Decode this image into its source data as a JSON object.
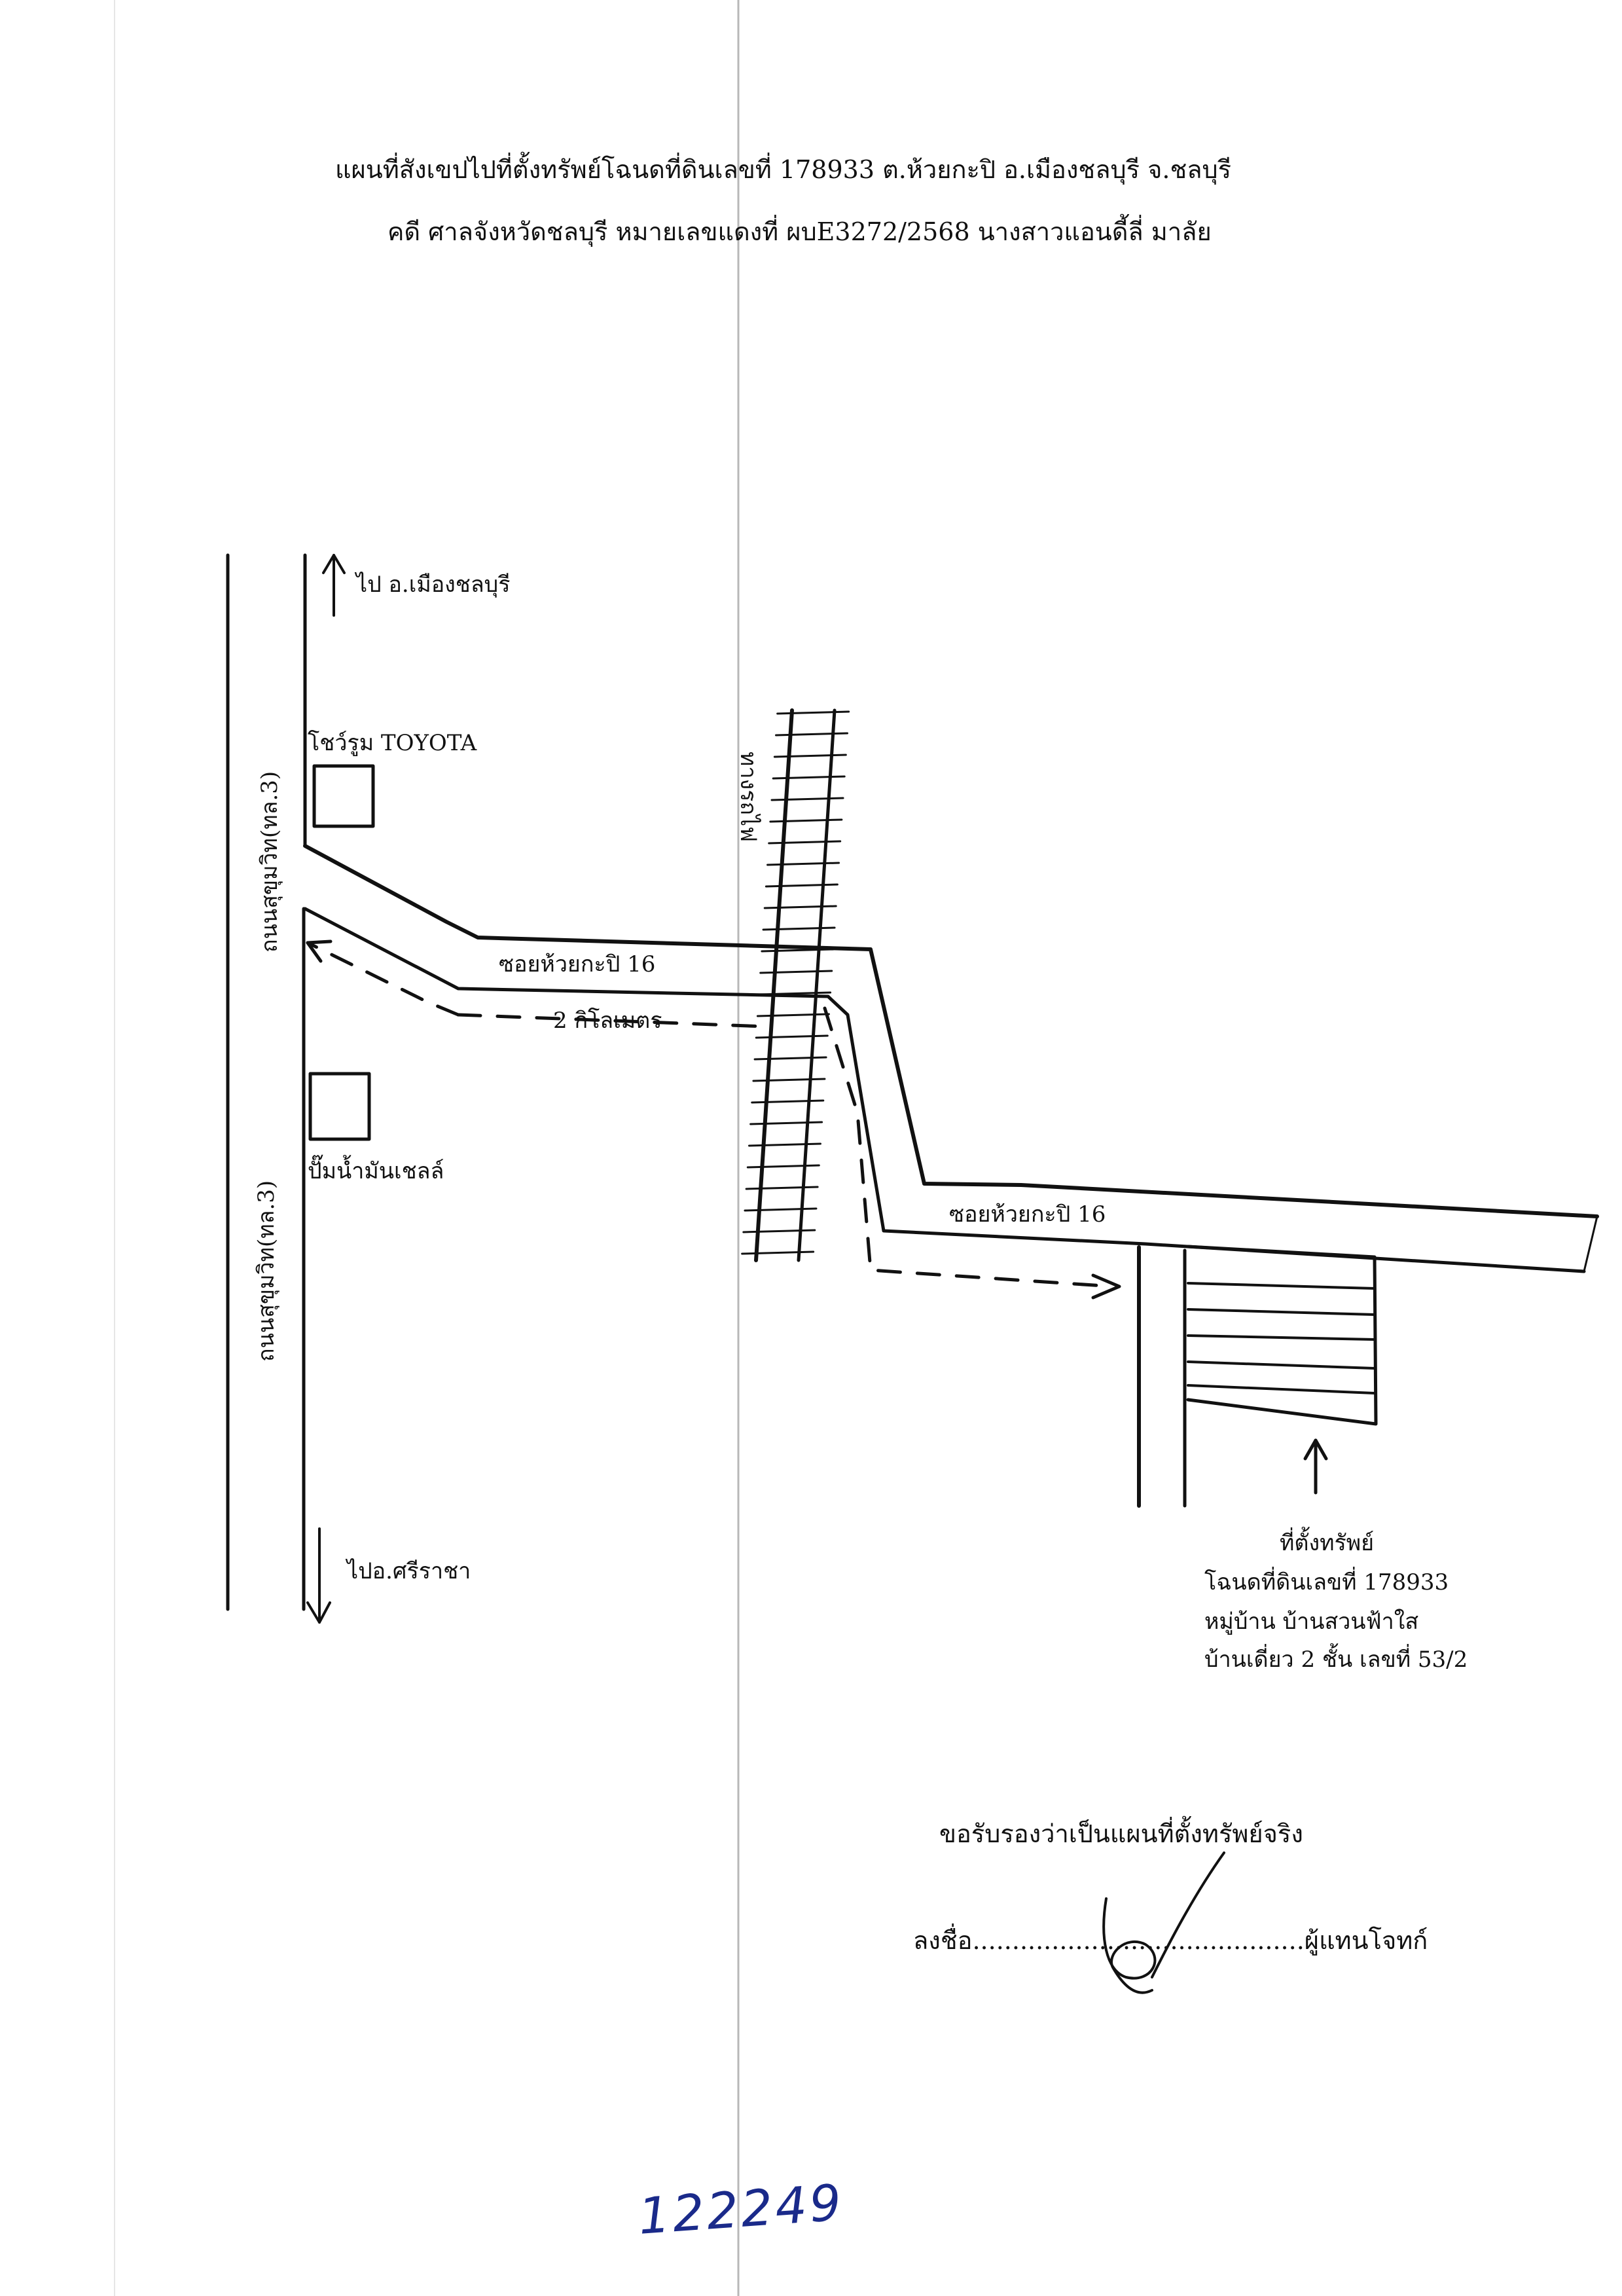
{
  "title_line1": "แผนที่สังเขปไปที่ตั้งทรัพย์โฉนดที่ดินเลขที่ 178933 ต.ห้วยกะปิ อ.เมืองชลบุรี จ.ชลบุรี",
  "title_line2": "คดี ศาลจังหวัดชลบุรี  หมายเลขแดงที่ ผบE3272/2568  นางสาวแอนดี้ลี่ มาลัย",
  "labels": {
    "to_north": "ไป อ.เมืองชลบุรี",
    "to_south": "ไปอ.ศรีราชา",
    "toyota": "โชว์รูม TOYOTA",
    "shell": "ปั๊มน้ำมันเชลล์",
    "road_upper": "ถนนสุขุมวิท(ทล.3)",
    "road_lower": "ถนนสุขุมวิท(ทล.3)",
    "railway": "ทางรถไฟ",
    "soi_upper": "ซอยห้วยกะปิ 16",
    "distance": "2  กิโลเมตร",
    "soi_lower": "ซอยห้วยกะปิ 16"
  },
  "property": {
    "heading": "ที่ตั้งทรัพย์",
    "deed": "โฉนดที่ดินเลขที่ 178933",
    "village": "หมู่บ้าน บ้านสวนฟ้าใส",
    "house": "บ้านเดี่ยว 2 ชั้น เลขที่ 53/2"
  },
  "certification": {
    "statement": "ขอรับรองว่าเป็นแผนที่ตั้งทรัพย์จริง",
    "sign_prefix": "ลงชื่อ",
    "dots": "..........................................",
    "sign_suffix": "ผู้แทนโจทก์"
  },
  "stamp_number": "122249",
  "colors": {
    "ink": "#111111",
    "stamp": "#1a2a8a"
  }
}
